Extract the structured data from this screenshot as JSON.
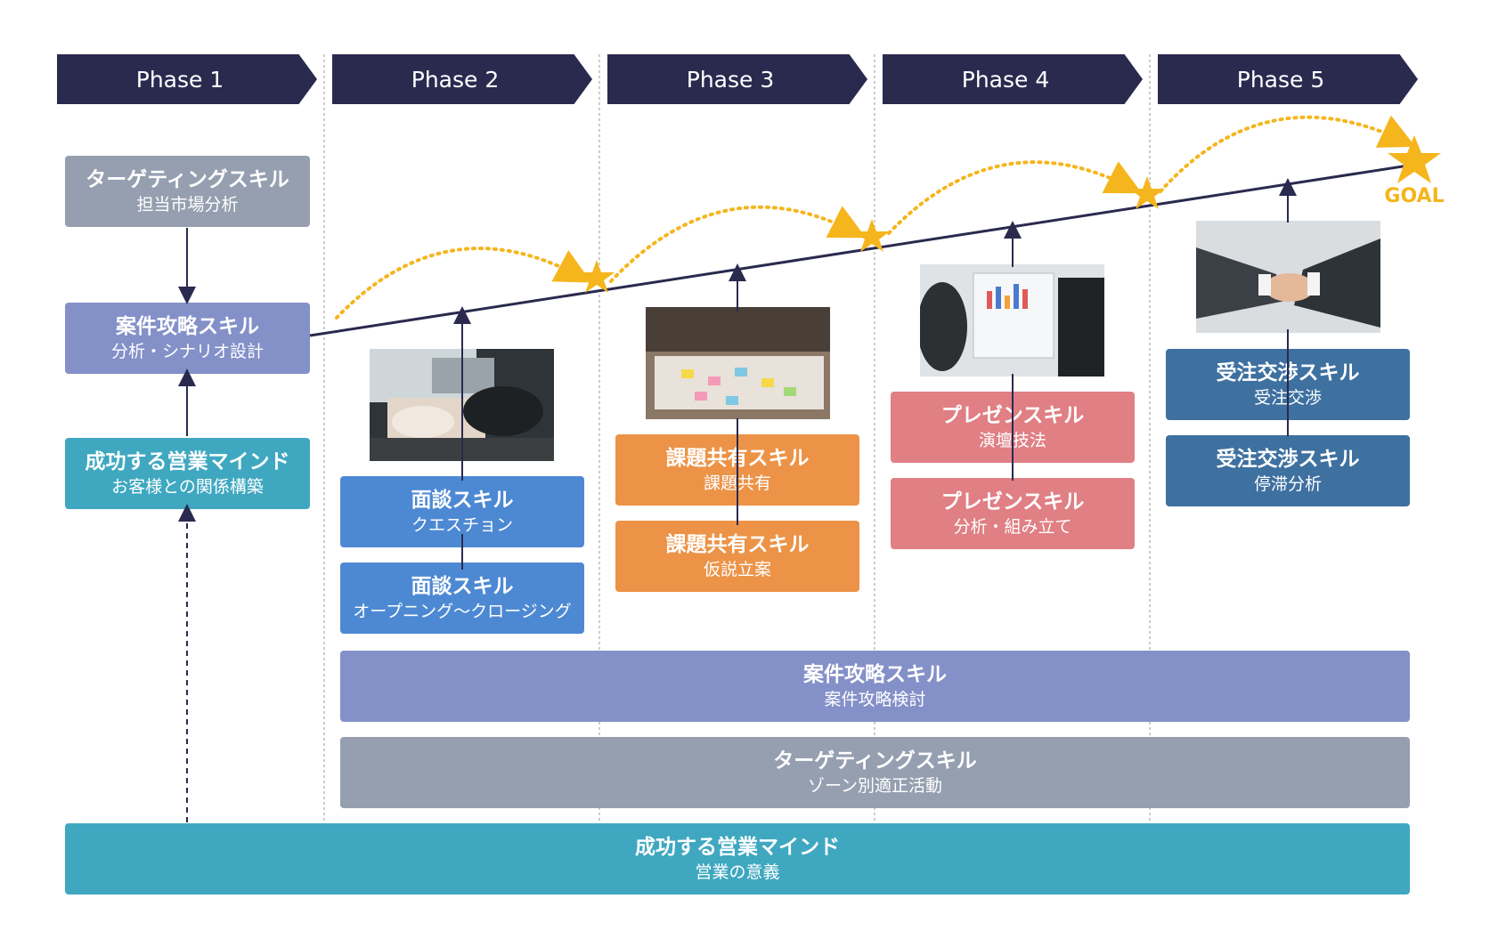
{
  "phases": [
    "Phase 1",
    "Phase 2",
    "Phase 3",
    "Phase 4",
    "Phase 5"
  ],
  "goal_label": "GOAL",
  "phase1": {
    "targeting": {
      "title": "ターゲティングスキル",
      "sub": "担当市場分析"
    },
    "case_attack": {
      "title": "案件攻略スキル",
      "sub": "分析・シナリオ設計"
    },
    "mind": {
      "title": "成功する営業マインド",
      "sub": "お客様との関係構築"
    }
  },
  "phase2": {
    "photo": "business-meeting-photo",
    "box1": {
      "title": "面談スキル",
      "sub": "クエスチョン"
    },
    "box2": {
      "title": "面談スキル",
      "sub": "オープニング〜クロージング"
    }
  },
  "phase3": {
    "photo": "sticky-notes-workshop-photo",
    "box1": {
      "title": "課題共有スキル",
      "sub": "課題共有"
    },
    "box2": {
      "title": "課題共有スキル",
      "sub": "仮説立案"
    }
  },
  "phase4": {
    "photo": "presentation-photo",
    "box1": {
      "title": "プレゼンスキル",
      "sub": "演壇技法"
    },
    "box2": {
      "title": "プレゼンスキル",
      "sub": "分析・組み立て"
    }
  },
  "phase5": {
    "photo": "handshake-photo",
    "box1": {
      "title": "受注交渉スキル",
      "sub": "受注交渉"
    },
    "box2": {
      "title": "受注交渉スキル",
      "sub": "停滞分析"
    }
  },
  "bottom": {
    "case_attack": {
      "title": "案件攻略スキル",
      "sub": "案件攻略検討"
    },
    "targeting": {
      "title": "ターゲティングスキル",
      "sub": "ゾーン別適正活動"
    },
    "mind": {
      "title": "成功する営業マインド",
      "sub": "営業の意義"
    }
  },
  "colors": {
    "phase_bg": "#2a2a4f",
    "progress_line": "#2a2a4f",
    "star": "#f5b51c",
    "targeting": "#959fb0",
    "case_attack": "#8490c8",
    "mind": "#3fa8c0",
    "interview": "#4d89d3",
    "issue_share": "#ec9347",
    "presentation": "#e07f84",
    "negotiation": "#3e70a0"
  }
}
